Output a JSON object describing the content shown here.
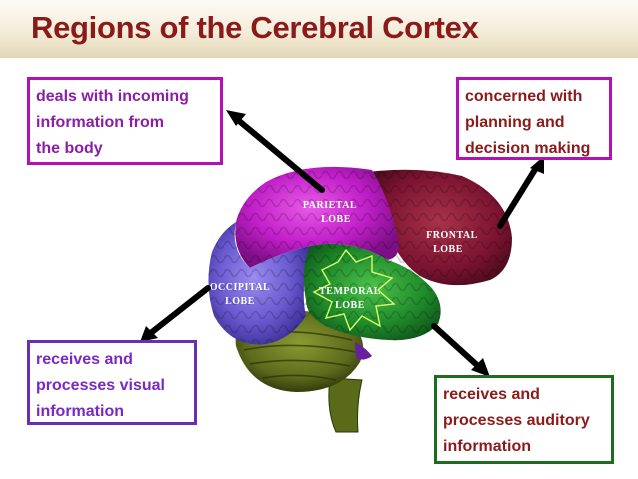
{
  "title": "Regions of the Cerebral Cortex",
  "callouts": {
    "parietal": [
      "deals with incoming",
      "information from",
      "the body"
    ],
    "frontal": [
      "concerned with",
      "planning and",
      "decision making"
    ],
    "occipital": [
      "receives and",
      "processes visual",
      "information"
    ],
    "temporal": [
      "receives and",
      "processes auditory",
      "information"
    ]
  },
  "lobes": {
    "parietal": [
      "PARIETAL",
      "LOBE"
    ],
    "frontal": [
      "FRONTAL",
      "LOBE"
    ],
    "occipital": [
      "OCCIPITAL",
      "LOBE"
    ],
    "temporal": [
      "TEMPORAL",
      "LOBE"
    ]
  },
  "colors": {
    "title": "#8b1a1a",
    "parietal": "#c01ec8",
    "frontal": "#7a1330",
    "occipital": "#6a5ad0",
    "temporal": "#1f8a2a",
    "cerebellum": "#5c6a1c",
    "box_purple": "#b112b1",
    "box_violet": "#6a2fb0",
    "box_green": "#1f6b1f"
  }
}
